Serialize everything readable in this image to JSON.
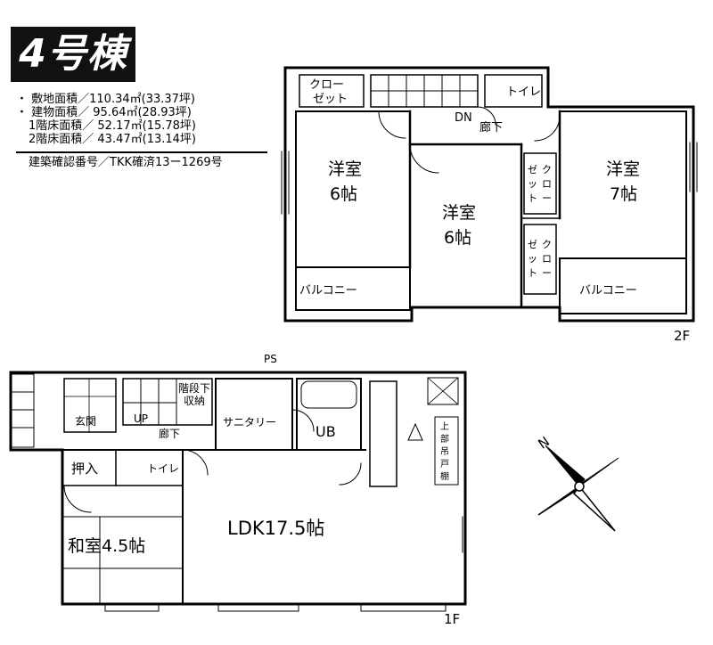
{
  "title": "4号棟",
  "specs": {
    "land_area": "・ 敷地面積／110.34㎡(33.37坪)",
    "building_area": "・ 建物面積／ 95.64㎡(28.93坪)",
    "floor1_area": "1階床面積／ 52.17㎡(15.78坪)",
    "floor2_area": "2階床面積／ 43.47㎡(13.14坪)",
    "permit": "建築確認番号／TKK確済13ー1269号"
  },
  "floor2": {
    "label": "2F",
    "closet_top_1": "クロー",
    "closet_top_2": "ゼット",
    "toilet": "トイレ",
    "dn": "DN",
    "hallway": "廊下",
    "room_left_1": "洋室",
    "room_left_2": "6帖",
    "room_mid_1": "洋室",
    "room_mid_2": "6帖",
    "room_right_1": "洋室",
    "room_right_2": "7帖",
    "closet_v_a": [
      "ゼ",
      "ク",
      "ッ",
      "ロ",
      "ト",
      "ー"
    ],
    "closet_v_b": [
      "ゼ",
      "ク",
      "ッ",
      "ロ",
      "ト",
      "ー"
    ],
    "balcony_left": "バルコニー",
    "balcony_right": "バルコニー"
  },
  "floor1": {
    "label": "1F",
    "ps": "PS",
    "under_stairs_1": "階段下",
    "under_stairs_2": "収納",
    "entrance": "玄関",
    "up": "UP",
    "hallway": "廊下",
    "sanitary": "サニタリー",
    "ub": "UB",
    "closet_oshiire": "押入",
    "toilet": "トイレ",
    "ldk": "LDK17.5帖",
    "washitsu": "和室4.5帖",
    "upper_cabinet": [
      "上",
      "部",
      "吊",
      "戸",
      "棚"
    ]
  },
  "compass": {
    "north": "N"
  }
}
